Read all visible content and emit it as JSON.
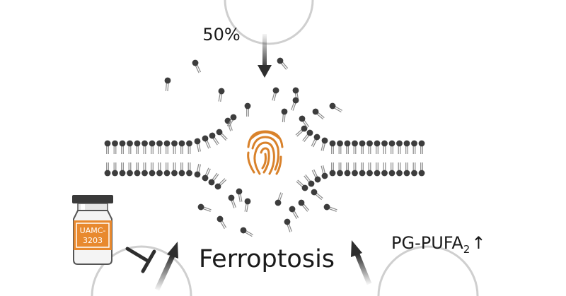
{
  "labels": {
    "percent": "50%",
    "ferroptosis": "Ferroptosis",
    "pg_pufa_main": "PG-PUFA",
    "pg_pufa_subscript": "2",
    "pg_pufa_arrow": "↑"
  },
  "vial": {
    "line1": "UAMC-",
    "line2": "3203"
  },
  "icons": {
    "center": "fingerprint-icon",
    "drug": "drug-vial-icon",
    "inhibition": "inhibition-t-bar-icon"
  },
  "colors": {
    "lipid_head": "#3d3d3d",
    "lipid_tail": "#8a8a8a",
    "fingerprint": "#d9822b",
    "vial_orange": "#e8892e",
    "arrow": "#2e2e2e",
    "text": "#1a1a1a"
  }
}
